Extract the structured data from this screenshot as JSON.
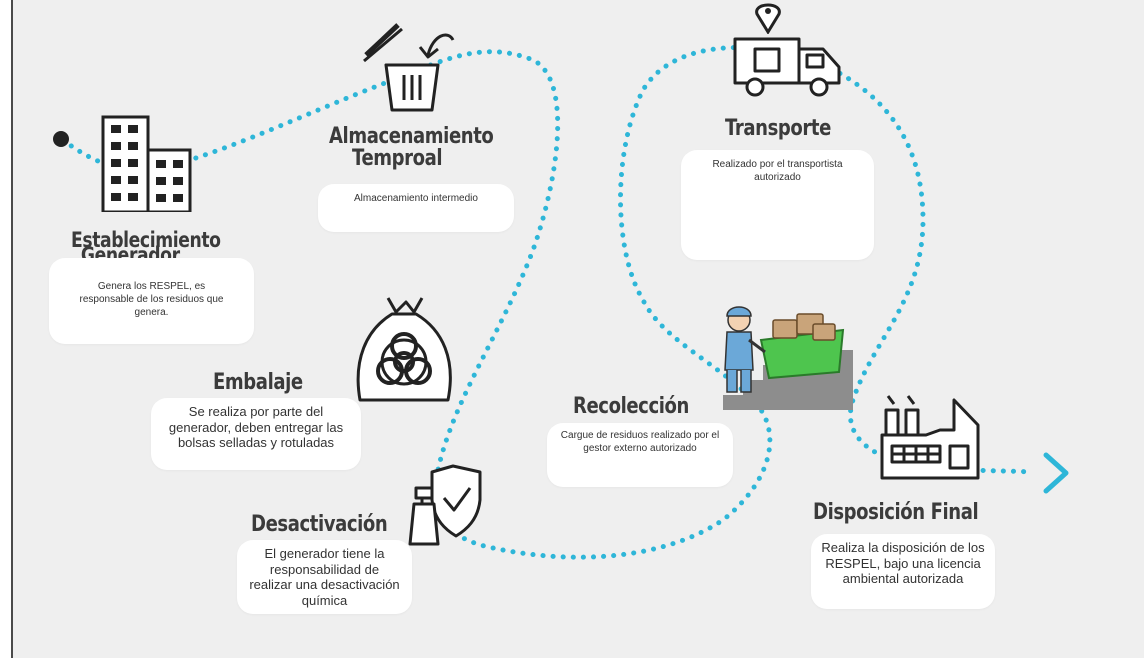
{
  "colors": {
    "route": "#2eb6d8",
    "icon_stroke": "#222222",
    "title_text": "#3b3b3b",
    "card_bg": "#ffffff",
    "canvas_bg": "#efefef"
  },
  "stages": {
    "establecimiento": {
      "title_line1": "Establecimiento",
      "title_line2": "Generador",
      "description": "Genera los RESPEL, es responsable de los residuos que genera.",
      "icon": "office-buildings-icon"
    },
    "almacenamiento": {
      "title_line1": "Almacenamiento",
      "title_line2": "Temproal",
      "description": "Almacenamiento intermedio",
      "icon": "trash-bin-icon"
    },
    "embalaje": {
      "title_line1": "Embalaje",
      "description": "Se realiza por parte del generador, deben entregar las bolsas selladas y rotuladas",
      "icon": "biohazard-bag-icon"
    },
    "desactivacion": {
      "title_line1": "Desactivación",
      "description": "El generador tiene la responsabilidad de realizar una desactivación química",
      "icon": "spray-shield-icon"
    },
    "recoleccion": {
      "title_line1": "Recolección",
      "description": "Cargue de residuos realizado por el gestor externo autorizado",
      "icon": "worker-cart-icon"
    },
    "transporte": {
      "title_line1": "Transporte",
      "description": "Realizado por el transportista autorizado",
      "icon": "truck-icon"
    },
    "disposicion": {
      "title_line1": "Disposición Final",
      "description": "Realiza la disposición de los RESPEL, bajo una licencia ambiental autorizada",
      "icon": "factory-icon"
    }
  },
  "markers": {
    "start": "start-dot-icon",
    "end": "arrow-right-icon",
    "pin": "location-pin-icon"
  }
}
